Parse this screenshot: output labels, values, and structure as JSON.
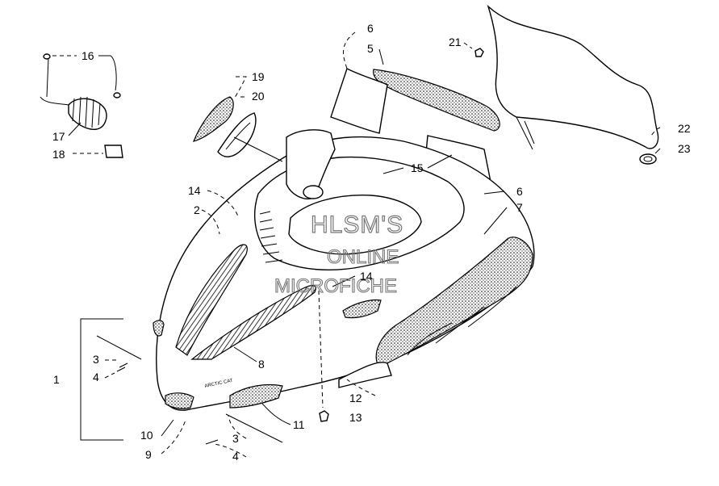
{
  "watermark": {
    "line1": "HLSM'S",
    "line2": "ONLINE",
    "line3": "MICROFICHE"
  },
  "hood_logo": "ARCTIC CAT",
  "callouts": [
    {
      "id": "1",
      "label": "1"
    },
    {
      "id": "2",
      "label": "2"
    },
    {
      "id": "3a",
      "label": "3"
    },
    {
      "id": "3b",
      "label": "3"
    },
    {
      "id": "4a",
      "label": "4"
    },
    {
      "id": "4b",
      "label": "4"
    },
    {
      "id": "5",
      "label": "5"
    },
    {
      "id": "6a",
      "label": "6"
    },
    {
      "id": "6b",
      "label": "6"
    },
    {
      "id": "7",
      "label": "7"
    },
    {
      "id": "8",
      "label": "8"
    },
    {
      "id": "9",
      "label": "9"
    },
    {
      "id": "10",
      "label": "10"
    },
    {
      "id": "11",
      "label": "11"
    },
    {
      "id": "12",
      "label": "12"
    },
    {
      "id": "13",
      "label": "13"
    },
    {
      "id": "14a",
      "label": "14"
    },
    {
      "id": "14b",
      "label": "14"
    },
    {
      "id": "15",
      "label": "15"
    },
    {
      "id": "16",
      "label": "16"
    },
    {
      "id": "17",
      "label": "17"
    },
    {
      "id": "18",
      "label": "18"
    },
    {
      "id": "19",
      "label": "19"
    },
    {
      "id": "20",
      "label": "20"
    },
    {
      "id": "21",
      "label": "21"
    },
    {
      "id": "22",
      "label": "22"
    },
    {
      "id": "23",
      "label": "23"
    }
  ]
}
